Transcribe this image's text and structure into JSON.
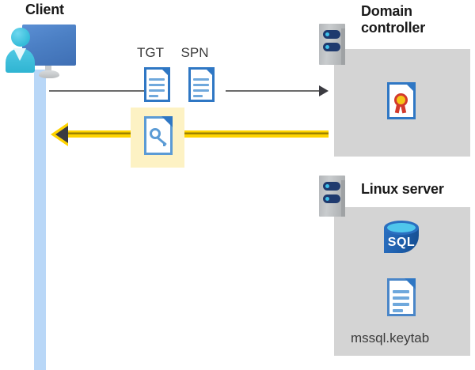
{
  "diagram": {
    "title_client": "Client",
    "title_domain_controller": "Domain\ncontroller",
    "title_domain_controller_line1": "Domain",
    "title_domain_controller_line2": "controller",
    "title_linux_server": "Linux server",
    "labels": {
      "tgt": "TGT",
      "spn": "SPN",
      "keytab_file": "mssql.keytab",
      "sql_text": "SQL"
    },
    "icons": {
      "client": "user-monitor-icon",
      "domain_controller": "server-icon",
      "linux_server": "server-icon",
      "tgt_doc": "document-icon",
      "spn_doc": "document-icon",
      "ticket_doc": "document-key-icon",
      "certificate": "certificate-document-icon",
      "database": "sql-database-icon",
      "keytab_doc": "document-icon"
    },
    "arrows": {
      "request": "arrow-right-grey",
      "response": "arrow-left-yellow"
    },
    "colors": {
      "panel_grey": "#d4d4d4",
      "lifeline_blue": "#b9d7f7",
      "highlight_yellow": "#fdf2c4",
      "arrow_yellow": "#ffd400",
      "arrow_grey": "#6b6b6b",
      "doc_blue": "#2f77c4",
      "monitor_blue": "#4b7fc4",
      "person_cyan": "#34bcd9",
      "server_navy": "#1f3a6e",
      "cert_red": "#d33a2c",
      "cert_gold": "#f5c518",
      "sql_blue": "#1c5ca8",
      "text_dark": "#1a1a1a"
    }
  }
}
